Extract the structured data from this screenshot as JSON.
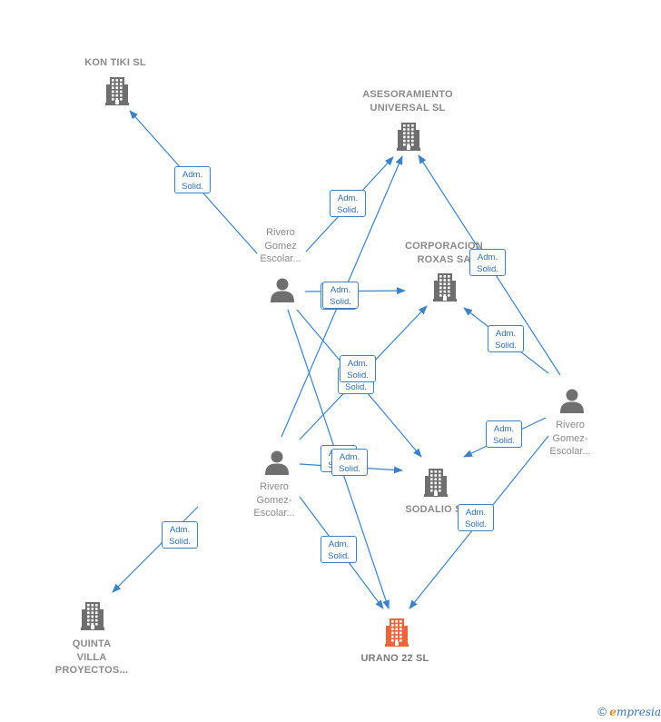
{
  "nodes": [
    {
      "id": "kon_tiki",
      "type": "company",
      "lines": [
        "KON TIKI  SL"
      ]
    },
    {
      "id": "asesoramiento",
      "type": "company",
      "lines": [
        "ASESORAMIENTO",
        "UNIVERSAL  SL"
      ]
    },
    {
      "id": "corporacion",
      "type": "company",
      "lines": [
        "CORPORACION",
        "ROXAS SA"
      ]
    },
    {
      "id": "sodalio",
      "type": "company",
      "lines": [
        "SODALIO  SL"
      ]
    },
    {
      "id": "urano",
      "type": "company-focus",
      "lines": [
        "URANO 22  SL"
      ]
    },
    {
      "id": "quinta",
      "type": "company",
      "lines": [
        "QUINTA",
        "VILLA",
        "PROYECTOS..."
      ]
    },
    {
      "id": "person1",
      "type": "person",
      "lines": [
        "Rivero",
        "Gomez",
        "Escolar..."
      ]
    },
    {
      "id": "person2",
      "type": "person",
      "lines": [
        "Rivero",
        "Gomez-",
        "Escolar..."
      ]
    },
    {
      "id": "person3",
      "type": "person",
      "lines": [
        "Rivero",
        "Gomez-",
        "Escolar..."
      ]
    }
  ],
  "edges": [
    {
      "from": "person1",
      "to": "kon_tiki",
      "label": [
        "Adm.",
        "Solid."
      ]
    },
    {
      "from": "person1",
      "to": "asesoramiento",
      "label": [
        "Adm.",
        "Solid."
      ]
    },
    {
      "from": "person1",
      "to": "corporacion",
      "label": [
        "Adm.",
        "Solid."
      ]
    },
    {
      "from": "person1",
      "to": "sodalio",
      "label": [
        "Adm.",
        "Solid."
      ]
    },
    {
      "from": "person1",
      "to": "urano",
      "label": [
        "Adm.",
        "Solid."
      ]
    },
    {
      "from": "person2",
      "to": "asesoramiento",
      "label": [
        "Adm.",
        "Solid."
      ]
    },
    {
      "from": "person2",
      "to": "corporacion",
      "label": [
        "Adm.",
        "Solid."
      ]
    },
    {
      "from": "person2",
      "to": "sodalio",
      "label": [
        "Adm.",
        "Solid."
      ]
    },
    {
      "from": "person2",
      "to": "urano",
      "label": [
        "Adm.",
        "Solid."
      ]
    },
    {
      "from": "person2",
      "to": "quinta",
      "label": [
        "Adm.",
        "Solid."
      ]
    },
    {
      "from": "person3",
      "to": "asesoramiento",
      "label": [
        "Adm.",
        "Solid."
      ]
    },
    {
      "from": "person3",
      "to": "corporacion",
      "label": [
        "Adm.",
        "Solid."
      ]
    },
    {
      "from": "person3",
      "to": "sodalio",
      "label": [
        "Adm.",
        "Solid."
      ]
    },
    {
      "from": "person3",
      "to": "urano",
      "label": [
        "Adm.",
        "Solid."
      ]
    }
  ],
  "colors": {
    "edge": "#3b82c9",
    "icon": "#6f6f6f",
    "focus_icon": "#f0643a",
    "label_text": "#8a8a8a"
  },
  "footer": {
    "copyright": "©",
    "brand_initial": "e",
    "brand_rest": "mpresia"
  }
}
